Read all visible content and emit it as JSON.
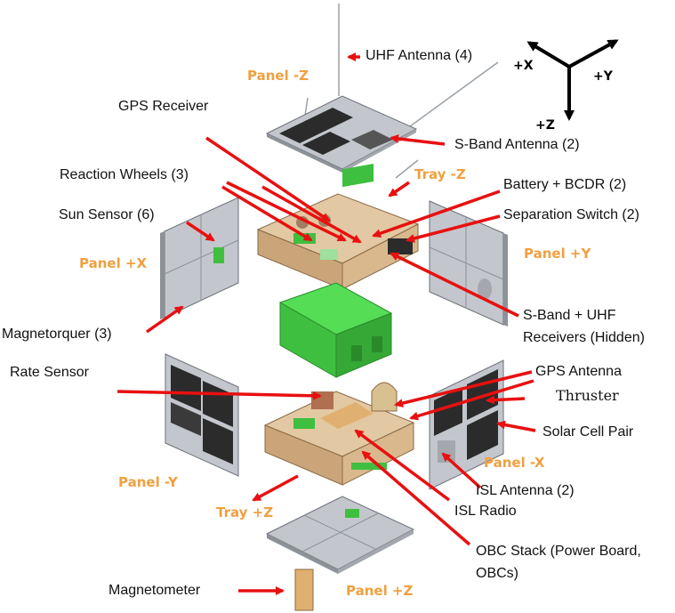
{
  "colors": {
    "panel_label": "#f0a040",
    "arrow": "#e81010",
    "solar_cell": "#2b2b2b",
    "panel_metal": "#b8bcc4",
    "tray": "#d4b48a",
    "green_board": "#3fbf3f"
  },
  "labels": {
    "uhf_antenna": "UHF Antenna (4)",
    "gps_receiver": "GPS Receiver",
    "s_band_antenna": "S-Band Antenna (2)",
    "reaction_wheels": "Reaction Wheels (3)",
    "battery_bcdr": "Battery + BCDR (2)",
    "separation_switch": "Separation Switch (2)",
    "sun_sensor": "Sun Sensor (6)",
    "magnetorquer": "Magnetorquer (3)",
    "sband_uhf_receivers_1": "S-Band + UHF",
    "sband_uhf_receivers_2": "Receivers (Hidden)",
    "rate_sensor": "Rate Sensor",
    "gps_antenna": "GPS Antenna",
    "thruster": "Thruster",
    "solar_cell_pair": "Solar Cell Pair",
    "isl_antenna": "ISL Antenna (2)",
    "isl_radio": "ISL Radio",
    "obc_stack_1": "OBC Stack (Power Board,",
    "obc_stack_2": "OBCs)",
    "magnetometer": "Magnetometer"
  },
  "panels": {
    "panel_minus_z": "Panel -Z",
    "tray_minus_z": "Tray -Z",
    "panel_plus_x": "Panel +X",
    "panel_plus_y": "Panel +Y",
    "panel_minus_x": "Panel -X",
    "panel_minus_y": "Panel -Y",
    "tray_plus_z": "Tray +Z",
    "panel_plus_z": "Panel +Z"
  },
  "axes": {
    "x": "+X",
    "y": "+Y",
    "z": "+Z"
  }
}
